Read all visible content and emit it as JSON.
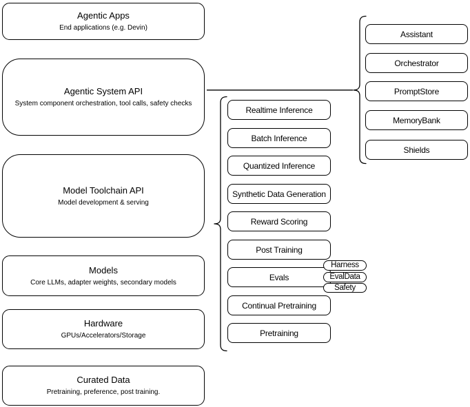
{
  "diagram": {
    "left_stack": [
      {
        "title": "Agentic Apps",
        "subtitle": "End applications (e.g. Devin)"
      },
      {
        "title": "Agentic System API",
        "subtitle": "System component orchestration, tool calls, safety checks"
      },
      {
        "title": "Model Toolchain API",
        "subtitle": "Model development & serving"
      },
      {
        "title": "Models",
        "subtitle": "Core LLMs, adapter weights, secondary models"
      },
      {
        "title": "Hardware",
        "subtitle": "GPUs/Accelerators/Storage"
      },
      {
        "title": "Curated Data",
        "subtitle": "Pretraining, preference, post training."
      }
    ],
    "toolchain_services": [
      "Realtime Inference",
      "Batch Inference",
      "Quantized Inference",
      "Synthetic Data Generation",
      "Reward Scoring",
      "Post Training",
      "Evals",
      "Continual Pretraining",
      "Pretraining"
    ],
    "evals_tags": [
      "Harness",
      "EvalData",
      "Safety"
    ],
    "system_components": [
      "Assistant",
      "Orchestrator",
      "PromptStore",
      "MemoryBank",
      "Shields"
    ],
    "colors": {
      "stroke": "#000000",
      "fill": "#ffffff",
      "background": "#ffffff",
      "text": "#000000"
    }
  }
}
